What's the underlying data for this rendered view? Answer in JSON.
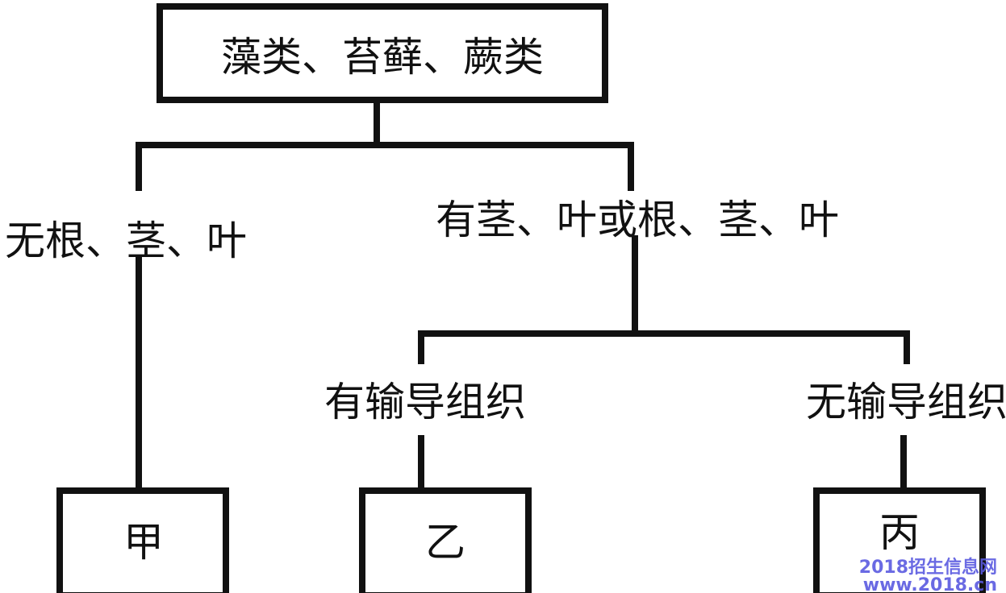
{
  "root": "藻类、苔藓、蕨类",
  "branch_left": "无根、茎、叶",
  "branch_right": "有茎、叶或根、茎、叶",
  "sub_left": "有输导组织",
  "sub_right": "无输导组织",
  "leaves": [
    "甲",
    "乙",
    "丙"
  ],
  "watermark": {
    "line1": "2018招生信息网",
    "line2": "www.2018.cn"
  }
}
